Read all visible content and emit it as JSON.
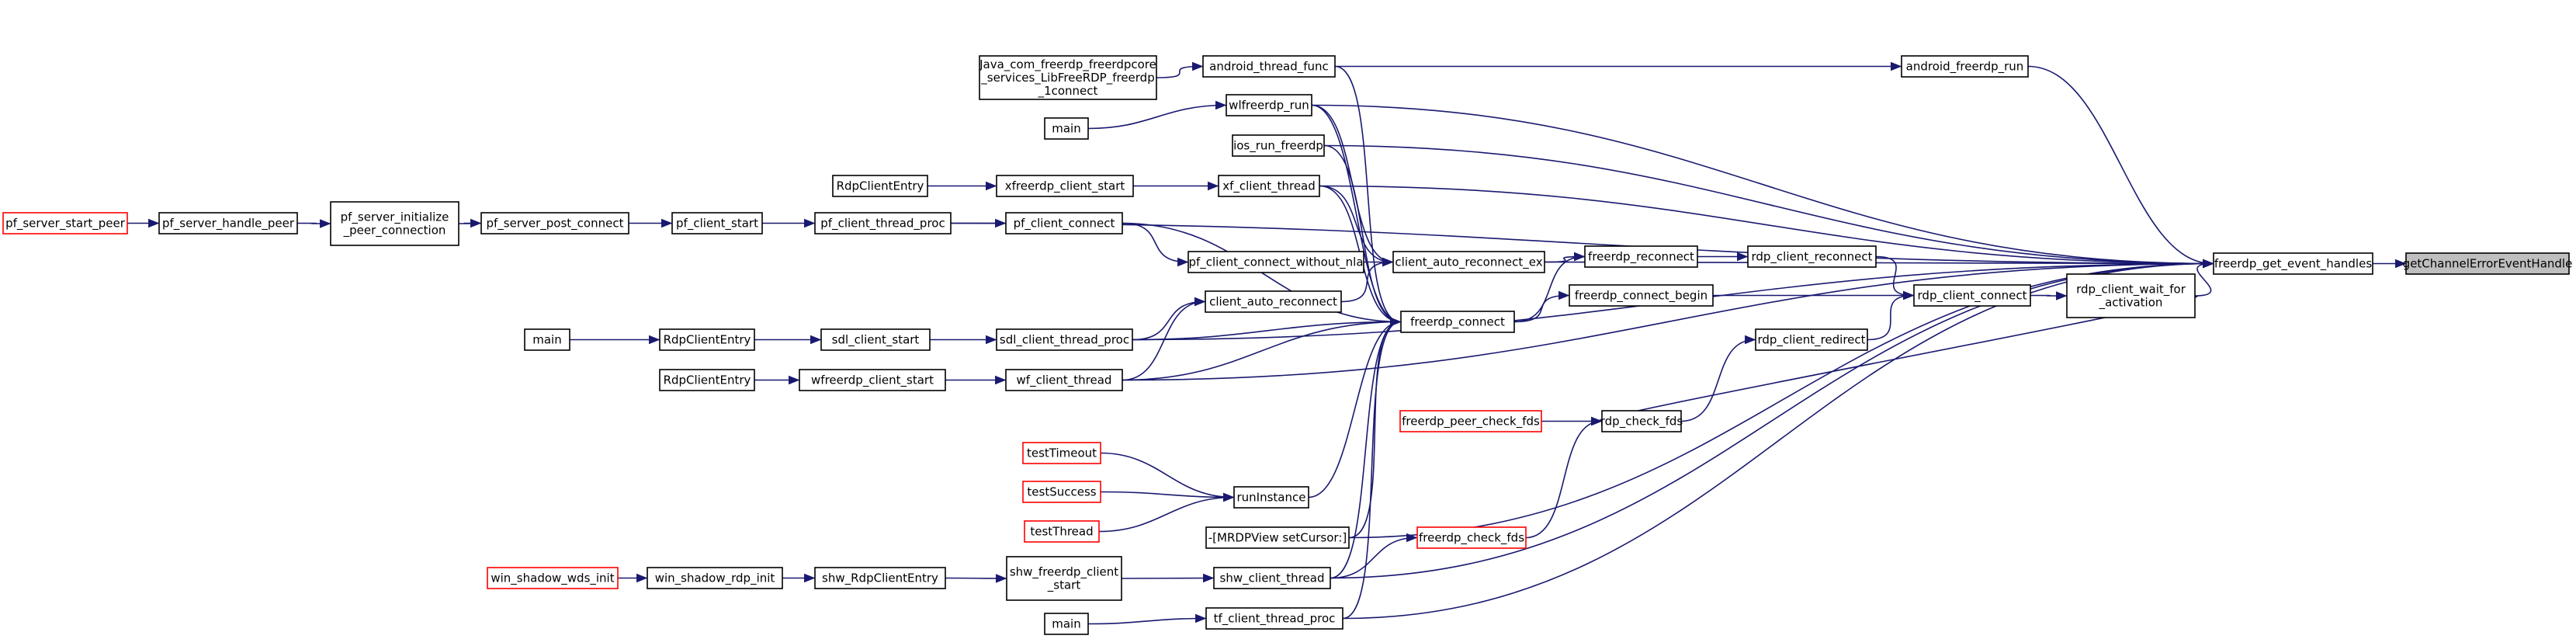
{
  "colors": {
    "edge": "#191970",
    "node_border": "#000000",
    "missing_border": "#ff0000",
    "root_fill": "#bfbfbf",
    "node_fill": "#ffffff"
  },
  "nodes": {
    "getChannelErrorEventHandle": {
      "lines": [
        "getChannelErrorEventHandle"
      ],
      "style": "root"
    },
    "freerdp_get_event_handles": {
      "lines": [
        "freerdp_get_event_handles"
      ]
    },
    "android_freerdp_run": {
      "lines": [
        "android_freerdp_run"
      ]
    },
    "android_thread_func": {
      "lines": [
        "android_thread_func"
      ]
    },
    "java_connect": {
      "lines": [
        "Java_com_freerdp_freerdpcore",
        "_services_LibFreeRDP_freerdp",
        "_1connect"
      ]
    },
    "wlfreerdp_run": {
      "lines": [
        "wlfreerdp_run"
      ]
    },
    "main_top": {
      "lines": [
        "main"
      ]
    },
    "ios_run_freerdp": {
      "lines": [
        "ios_run_freerdp"
      ]
    },
    "xf_client_thread": {
      "lines": [
        "xf_client_thread"
      ]
    },
    "xfreerdp_client_start": {
      "lines": [
        "xfreerdp_client_start"
      ]
    },
    "RdpClientEntry_x": {
      "lines": [
        "RdpClientEntry"
      ]
    },
    "pf_client_connect": {
      "lines": [
        "pf_client_connect"
      ]
    },
    "pf_client_thread_proc": {
      "lines": [
        "pf_client_thread_proc"
      ]
    },
    "pf_client_start": {
      "lines": [
        "pf_client_start"
      ]
    },
    "pf_server_post_connect": {
      "lines": [
        "pf_server_post_connect"
      ]
    },
    "pf_server_initialize_peer_connection": {
      "lines": [
        "pf_server_initialize",
        "_peer_connection"
      ]
    },
    "pf_server_handle_peer": {
      "lines": [
        "pf_server_handle_peer"
      ]
    },
    "pf_server_start_peer": {
      "lines": [
        "pf_server_start_peer"
      ],
      "style": "missing"
    },
    "pf_client_connect_without_nla": {
      "lines": [
        "pf_client_connect_without_nla"
      ]
    },
    "client_auto_reconnect_ex": {
      "lines": [
        "client_auto_reconnect_ex"
      ]
    },
    "client_auto_reconnect": {
      "lines": [
        "client_auto_reconnect"
      ]
    },
    "freerdp_connect": {
      "lines": [
        "freerdp_connect"
      ]
    },
    "freerdp_reconnect": {
      "lines": [
        "freerdp_reconnect"
      ]
    },
    "rdp_client_reconnect": {
      "lines": [
        "rdp_client_reconnect"
      ]
    },
    "rdp_client_connect": {
      "lines": [
        "rdp_client_connect"
      ]
    },
    "rdp_client_wait_for_activation": {
      "lines": [
        "rdp_client_wait_for",
        "_activation"
      ]
    },
    "freerdp_connect_begin": {
      "lines": [
        "freerdp_connect_begin"
      ]
    },
    "rdp_client_redirect": {
      "lines": [
        "rdp_client_redirect"
      ]
    },
    "rdp_check_fds": {
      "lines": [
        "rdp_check_fds"
      ]
    },
    "freerdp_peer_check_fds": {
      "lines": [
        "freerdp_peer_check_fds"
      ],
      "style": "missing"
    },
    "freerdp_check_fds": {
      "lines": [
        "freerdp_check_fds"
      ],
      "style": "missing"
    },
    "sdl_client_thread_proc": {
      "lines": [
        "sdl_client_thread_proc"
      ]
    },
    "sdl_client_start": {
      "lines": [
        "sdl_client_start"
      ]
    },
    "RdpClientEntry_sdl": {
      "lines": [
        "RdpClientEntry"
      ]
    },
    "main_sdl": {
      "lines": [
        "main"
      ]
    },
    "wf_client_thread": {
      "lines": [
        "wf_client_thread"
      ]
    },
    "wfreerdp_client_start": {
      "lines": [
        "wfreerdp_client_start"
      ]
    },
    "RdpClientEntry_wf": {
      "lines": [
        "RdpClientEntry"
      ]
    },
    "runInstance": {
      "lines": [
        "runInstance"
      ]
    },
    "testTimeout": {
      "lines": [
        "testTimeout"
      ],
      "style": "missing"
    },
    "testSuccess": {
      "lines": [
        "testSuccess"
      ],
      "style": "missing"
    },
    "testThread": {
      "lines": [
        "testThread"
      ],
      "style": "missing"
    },
    "mrdpview_setcursor": {
      "lines": [
        "-[MRDPView setCursor:]"
      ]
    },
    "shw_client_thread": {
      "lines": [
        "shw_client_thread"
      ]
    },
    "shw_freerdp_client_start": {
      "lines": [
        "shw_freerdp_client",
        "_start"
      ]
    },
    "shw_RdpClientEntry": {
      "lines": [
        "shw_RdpClientEntry"
      ]
    },
    "win_shadow_rdp_init": {
      "lines": [
        "win_shadow_rdp_init"
      ]
    },
    "win_shadow_wds_init": {
      "lines": [
        "win_shadow_wds_init"
      ],
      "style": "missing"
    },
    "tf_client_thread_proc": {
      "lines": [
        "tf_client_thread_proc"
      ]
    },
    "main_tf": {
      "lines": [
        "main"
      ]
    }
  },
  "edges": [
    [
      "freerdp_get_event_handles",
      "getChannelErrorEventHandle"
    ],
    [
      "android_freerdp_run",
      "freerdp_get_event_handles"
    ],
    [
      "android_thread_func",
      "android_freerdp_run"
    ],
    [
      "java_connect",
      "android_thread_func"
    ],
    [
      "wlfreerdp_run",
      "freerdp_get_event_handles"
    ],
    [
      "main_top",
      "wlfreerdp_run"
    ],
    [
      "ios_run_freerdp",
      "freerdp_get_event_handles"
    ],
    [
      "xf_client_thread",
      "freerdp_get_event_handles"
    ],
    [
      "xfreerdp_client_start",
      "xf_client_thread"
    ],
    [
      "RdpClientEntry_x",
      "xfreerdp_client_start"
    ],
    [
      "pf_client_thread_proc",
      "freerdp_get_event_handles"
    ],
    [
      "pf_client_thread_proc",
      "pf_client_connect"
    ],
    [
      "pf_client_start",
      "pf_client_thread_proc"
    ],
    [
      "pf_server_post_connect",
      "pf_client_start"
    ],
    [
      "pf_server_initialize_peer_connection",
      "pf_server_post_connect"
    ],
    [
      "pf_server_handle_peer",
      "pf_server_initialize_peer_connection"
    ],
    [
      "pf_server_start_peer",
      "pf_server_handle_peer"
    ],
    [
      "pf_client_connect",
      "pf_client_connect_without_nla"
    ],
    [
      "pf_client_connect",
      "freerdp_connect"
    ],
    [
      "pf_client_connect_without_nla",
      "client_auto_reconnect_ex"
    ],
    [
      "client_auto_reconnect",
      "client_auto_reconnect_ex"
    ],
    [
      "android_thread_func",
      "freerdp_connect"
    ],
    [
      "wlfreerdp_run",
      "freerdp_connect"
    ],
    [
      "ios_run_freerdp",
      "freerdp_connect"
    ],
    [
      "xf_client_thread",
      "freerdp_connect"
    ],
    [
      "wlfreerdp_run",
      "client_auto_reconnect_ex"
    ],
    [
      "xf_client_thread",
      "client_auto_reconnect_ex"
    ],
    [
      "client_auto_reconnect_ex",
      "freerdp_reconnect"
    ],
    [
      "freerdp_connect",
      "freerdp_reconnect"
    ],
    [
      "freerdp_connect",
      "freerdp_connect_begin"
    ],
    [
      "freerdp_reconnect",
      "rdp_client_reconnect"
    ],
    [
      "rdp_client_reconnect",
      "rdp_client_connect"
    ],
    [
      "freerdp_connect_begin",
      "rdp_client_connect"
    ],
    [
      "rdp_client_connect",
      "rdp_client_wait_for_activation"
    ],
    [
      "rdp_client_wait_for_activation",
      "freerdp_get_event_handles"
    ],
    [
      "rdp_client_redirect",
      "rdp_client_connect"
    ],
    [
      "rdp_check_fds",
      "rdp_client_redirect"
    ],
    [
      "rdp_client_wait_for_activation",
      "rdp_check_fds"
    ],
    [
      "freerdp_peer_check_fds",
      "rdp_check_fds"
    ],
    [
      "freerdp_check_fds",
      "rdp_check_fds"
    ],
    [
      "client_auto_reconnect_ex",
      "freerdp_get_event_handles"
    ],
    [
      "sdl_client_thread_proc",
      "client_auto_reconnect"
    ],
    [
      "sdl_client_thread_proc",
      "freerdp_connect"
    ],
    [
      "sdl_client_thread_proc",
      "freerdp_get_event_handles"
    ],
    [
      "sdl_client_start",
      "sdl_client_thread_proc"
    ],
    [
      "RdpClientEntry_sdl",
      "sdl_client_start"
    ],
    [
      "main_sdl",
      "RdpClientEntry_sdl"
    ],
    [
      "wf_client_thread",
      "client_auto_reconnect"
    ],
    [
      "wf_client_thread",
      "freerdp_connect"
    ],
    [
      "wf_client_thread",
      "freerdp_get_event_handles"
    ],
    [
      "wfreerdp_client_start",
      "wf_client_thread"
    ],
    [
      "RdpClientEntry_wf",
      "wfreerdp_client_start"
    ],
    [
      "runInstance",
      "freerdp_connect"
    ],
    [
      "testTimeout",
      "runInstance"
    ],
    [
      "testSuccess",
      "runInstance"
    ],
    [
      "testThread",
      "runInstance"
    ],
    [
      "mrdpview_setcursor",
      "freerdp_get_event_handles"
    ],
    [
      "mrdpview_setcursor",
      "freerdp_connect"
    ],
    [
      "shw_client_thread",
      "freerdp_check_fds"
    ],
    [
      "shw_client_thread",
      "freerdp_connect"
    ],
    [
      "shw_client_thread",
      "freerdp_get_event_handles"
    ],
    [
      "shw_freerdp_client_start",
      "shw_client_thread"
    ],
    [
      "shw_RdpClientEntry",
      "shw_freerdp_client_start"
    ],
    [
      "win_shadow_rdp_init",
      "shw_RdpClientEntry"
    ],
    [
      "win_shadow_wds_init",
      "win_shadow_rdp_init"
    ],
    [
      "tf_client_thread_proc",
      "freerdp_connect"
    ],
    [
      "tf_client_thread_proc",
      "freerdp_get_event_handles"
    ],
    [
      "main_tf",
      "tf_client_thread_proc"
    ]
  ]
}
